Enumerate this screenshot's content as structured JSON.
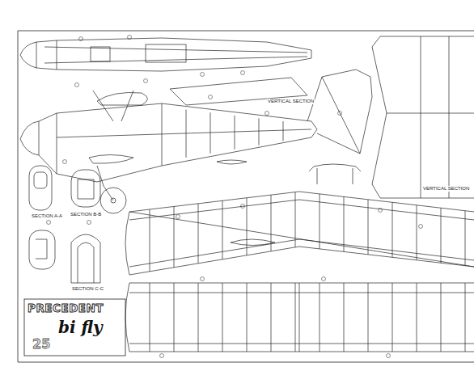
{
  "diagram": {
    "nodes": [
      {
        "text": [
          "PRECEDENT",
          "bi fly",
          "25"
        ]
      }
    ],
    "labels": [
      "VERTICAL SECTION",
      "VERTICAL SECTION",
      "SECTION A-A",
      "SECTION B-B",
      "SECTION C-C"
    ]
  }
}
